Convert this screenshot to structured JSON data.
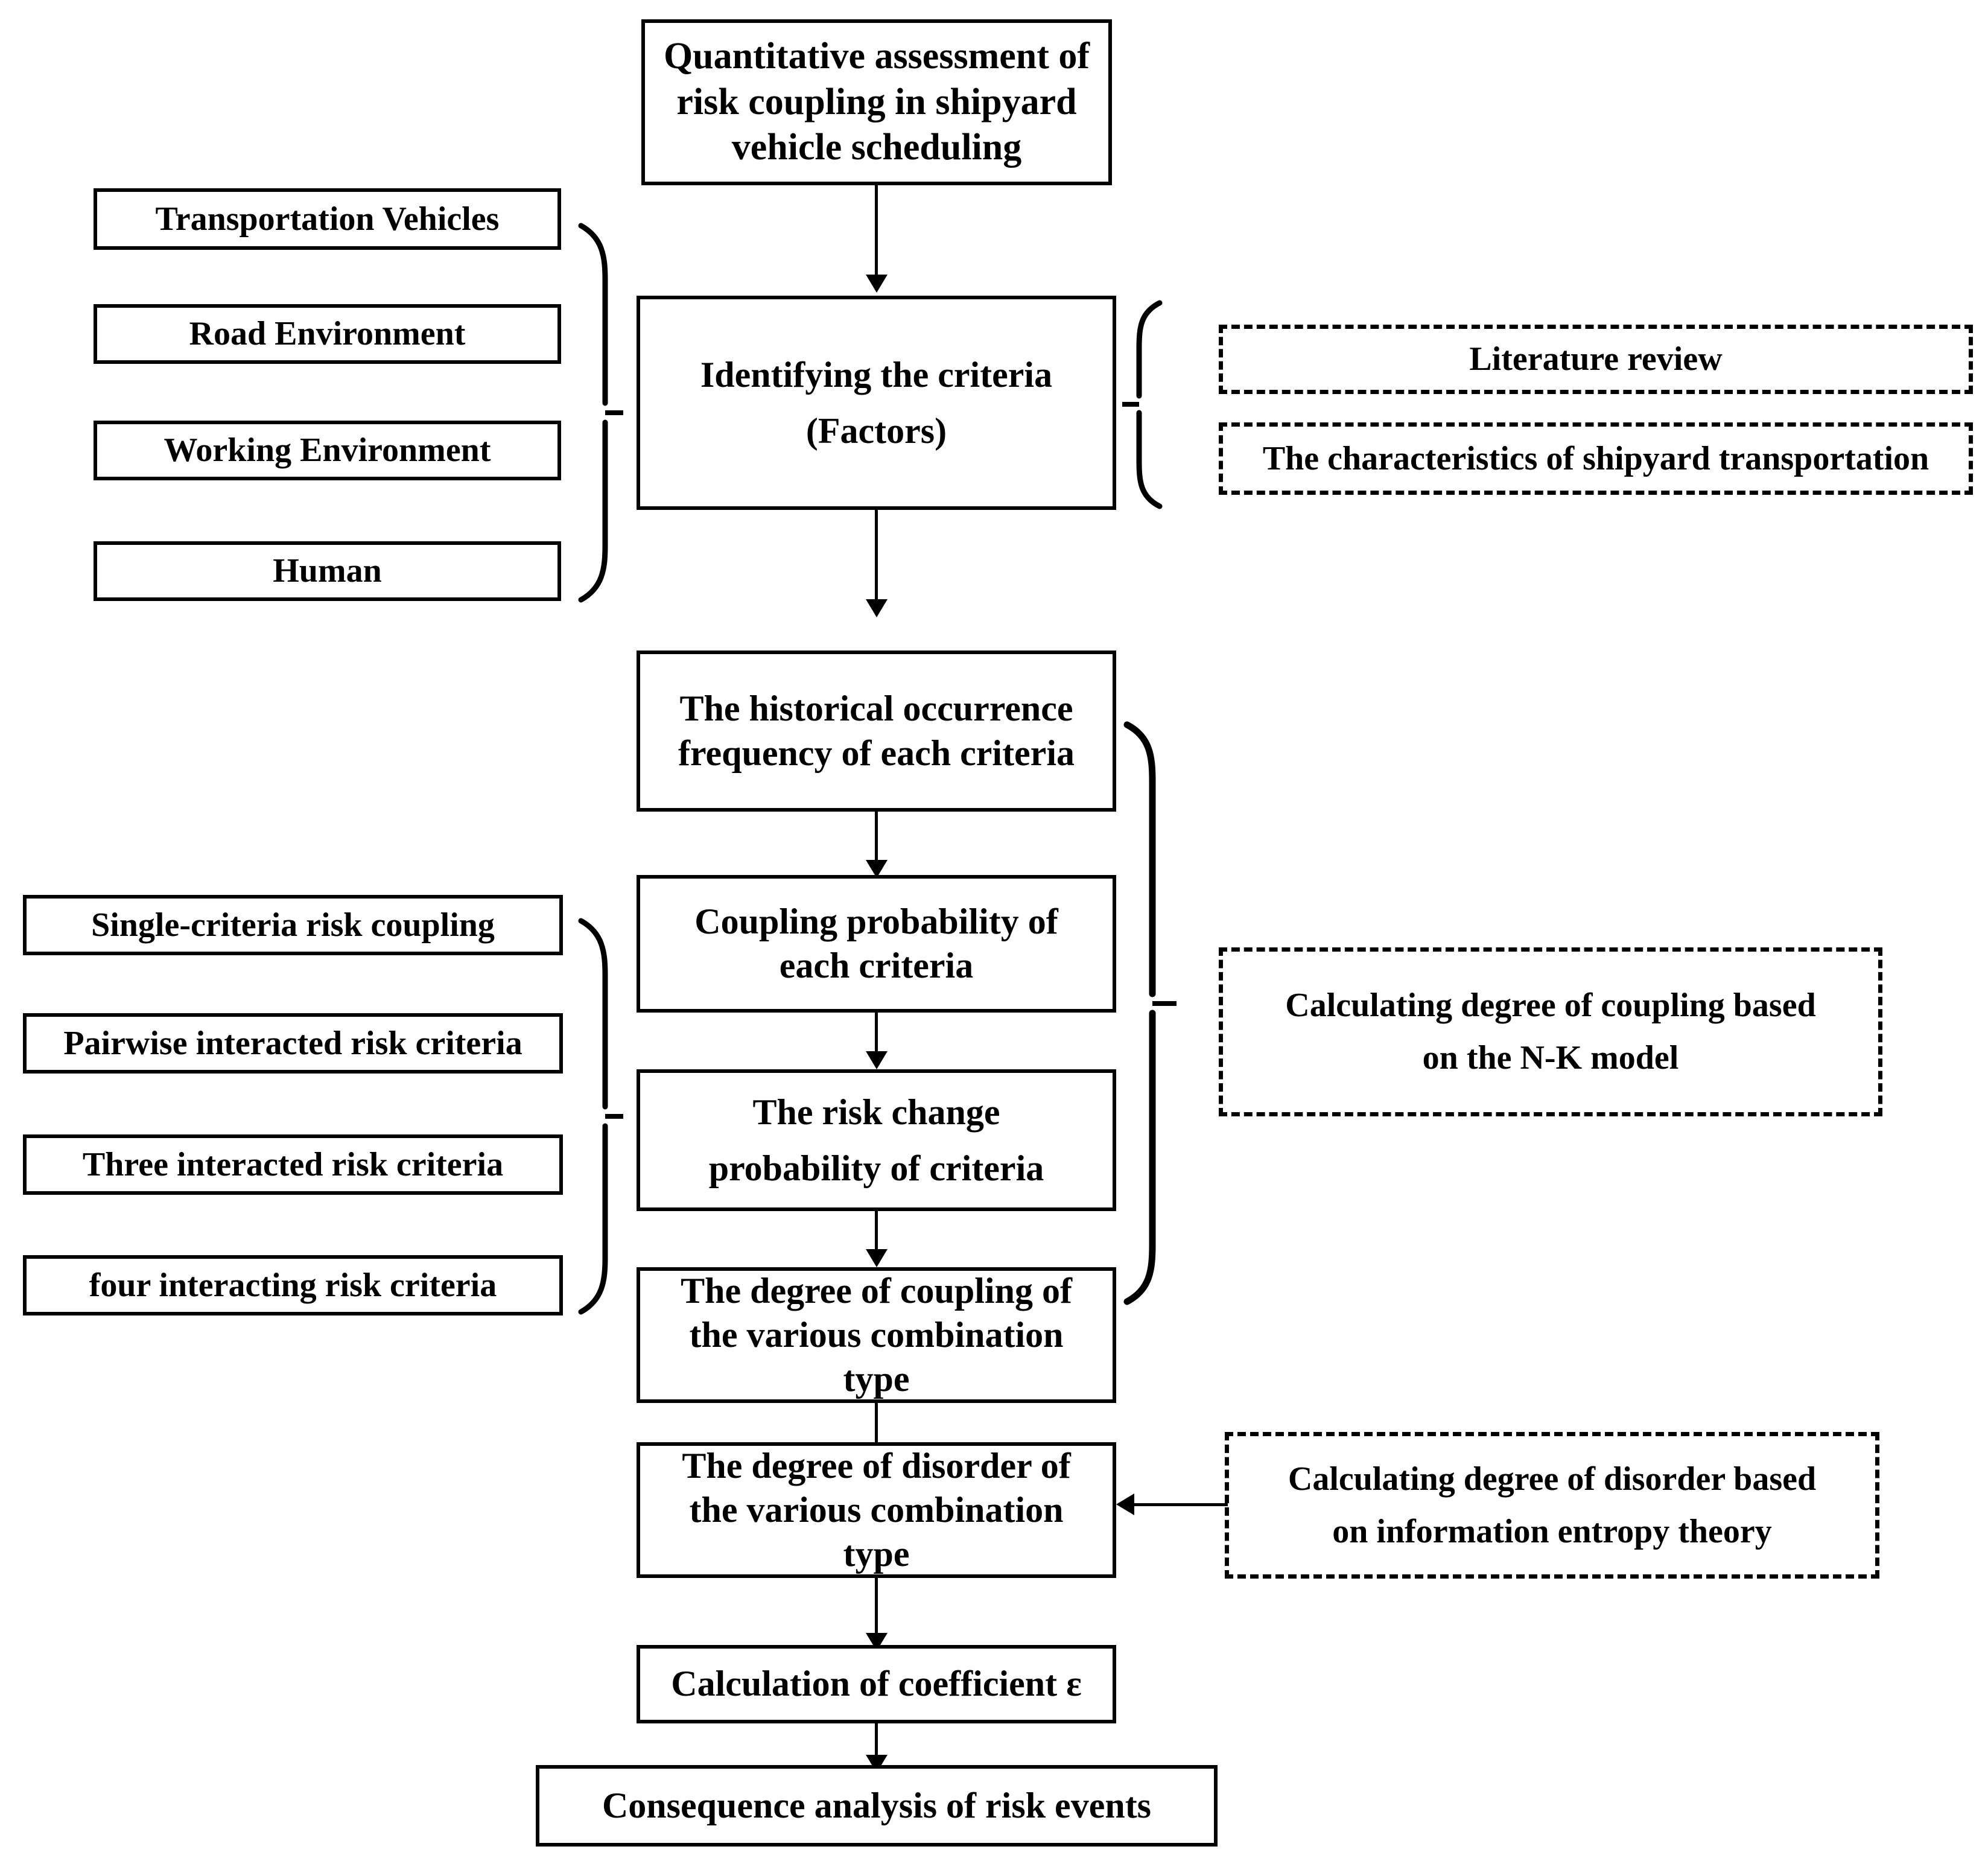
{
  "diagram": {
    "title_box": {
      "label": "Quantitative assessment of\nrisk coupling in shipyard\nvehicle scheduling"
    },
    "criteria_inputs": [
      {
        "label": "Transportation Vehicles"
      },
      {
        "label": "Road Environment"
      },
      {
        "label": "Working Environment"
      },
      {
        "label": "Human"
      }
    ],
    "coupling_inputs": [
      {
        "label": "Single-criteria risk coupling"
      },
      {
        "label": "Pairwise interacted risk criteria"
      },
      {
        "label": "Three interacted risk criteria"
      },
      {
        "label": "four interacting risk criteria"
      }
    ],
    "main_steps": [
      {
        "label": "Identifying the criteria\n(Factors)"
      },
      {
        "label": "The historical occurrence\nfrequency of each criteria"
      },
      {
        "label": "Coupling probability of\neach criteria"
      },
      {
        "label": "The risk change\nprobability of criteria"
      },
      {
        "label": "The degree of coupling  of\nthe various combination\ntype"
      },
      {
        "label": "The degree of disorder  of\nthe various combination\ntype"
      },
      {
        "label": "Calculation of coefficient ε"
      },
      {
        "label": "Consequence analysis of risk events"
      }
    ],
    "annotations": [
      {
        "label": "Literature review"
      },
      {
        "label": "The characteristics of shipyard transportation"
      },
      {
        "label": "Calculating degree of coupling  based\non the N-K model"
      },
      {
        "label": "Calculating degree of disorder based\non information entropy theory"
      }
    ],
    "colors": {
      "stroke": "#000000",
      "background": "#ffffff",
      "text": "#000000"
    }
  }
}
